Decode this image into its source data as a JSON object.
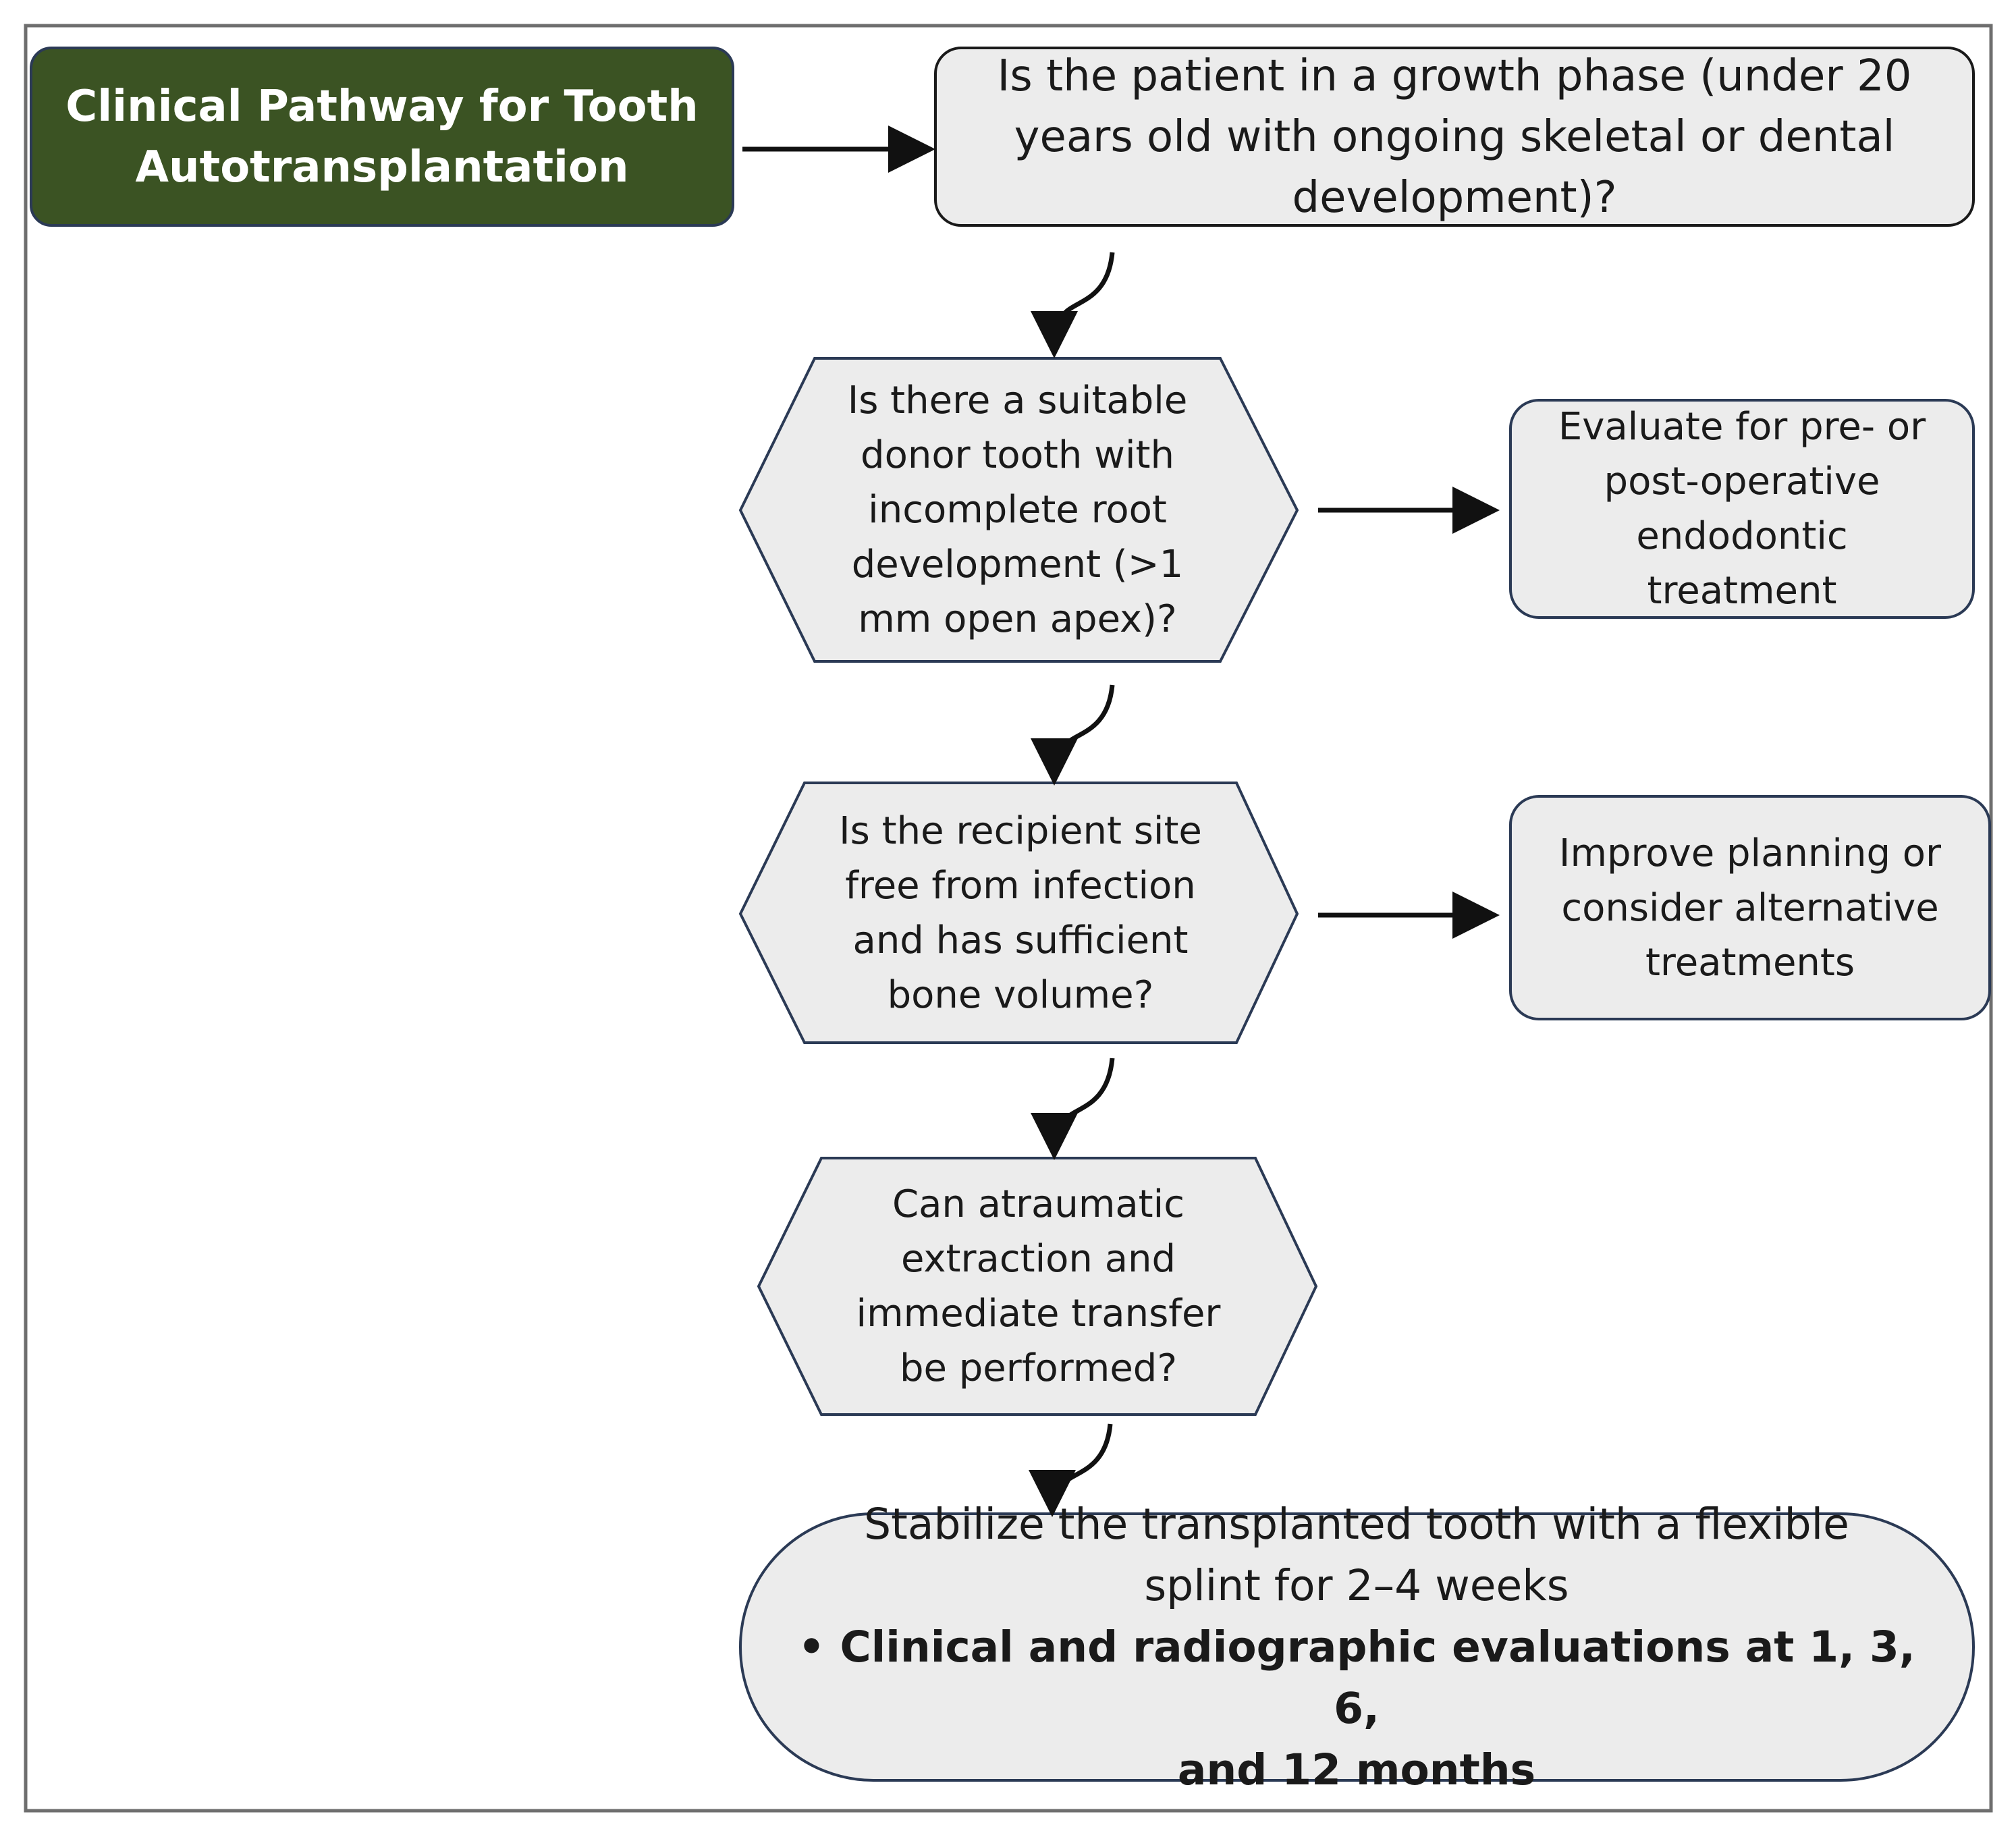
{
  "title": {
    "lines": [
      "Clinical Pathway for Tooth",
      "Autotransplantation"
    ]
  },
  "steps": {
    "growth_phase": {
      "lines": [
        "Is the patient in a growth phase (under 20",
        "years old with ongoing skeletal or dental",
        "development)?"
      ]
    },
    "donor_tooth": {
      "lines": [
        "Is there a suitable",
        "donor tooth with",
        "incomplete root",
        "development (>1",
        "mm open apex)?"
      ]
    },
    "endodontic": {
      "lines": [
        "Evaluate for pre- or",
        "post-operative",
        "endodontic",
        "treatment"
      ]
    },
    "recipient_site": {
      "lines": [
        "Is the recipient site",
        "free from infection",
        "and has sufficient",
        "bone volume?"
      ]
    },
    "alternatives": {
      "lines": [
        "Improve planning or",
        "consider alternative",
        "treatments"
      ]
    },
    "extraction": {
      "lines": [
        "Can atraumatic",
        "extraction and",
        "immediate transfer",
        "be performed?"
      ]
    },
    "stabilize": {
      "lines": [
        "Stabilize the transplanted tooth with a flexible",
        "splint for 2–4 weeks"
      ],
      "bullet_lines": [
        "• Clinical and radiographic evaluations at 1, 3, 6,",
        "and 12 months"
      ]
    }
  },
  "colors": {
    "title_fill": "#3b5323",
    "node_fill": "#ececec",
    "node_stroke": "#2b3a55",
    "frame_stroke": "#6e6e6e",
    "arrow": "#111111"
  }
}
